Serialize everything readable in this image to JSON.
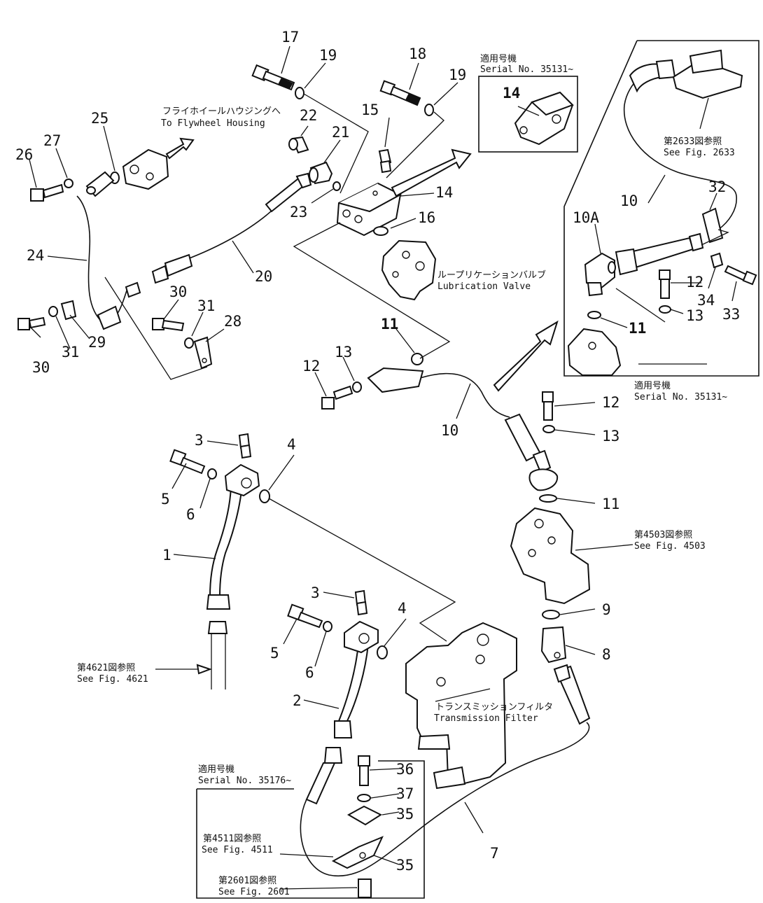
{
  "labels": {
    "n1": "1",
    "n2": "2",
    "n3a": "3",
    "n3b": "3",
    "n4a": "4",
    "n4b": "4",
    "n5a": "5",
    "n5b": "5",
    "n6a": "6",
    "n6b": "6",
    "n7": "7",
    "n8": "8",
    "n9": "9",
    "n10a": "10",
    "n10b": "10",
    "n10A": "10A",
    "n11a": "11",
    "n11b": "11",
    "n11c": "11",
    "n12a": "12",
    "n12b": "12",
    "n12c": "12",
    "n13a": "13",
    "n13b": "13",
    "n13c": "13",
    "n14a": "14",
    "n14b": "14",
    "n15": "15",
    "n16": "16",
    "n17": "17",
    "n18": "18",
    "n19a": "19",
    "n19b": "19",
    "n20": "20",
    "n21": "21",
    "n22": "22",
    "n23": "23",
    "n24": "24",
    "n25": "25",
    "n26": "26",
    "n27": "27",
    "n28": "28",
    "n29": "29",
    "n30a": "30",
    "n30b": "30",
    "n31a": "31",
    "n31b": "31",
    "n32": "32",
    "n33": "33",
    "n34": "34",
    "n35a": "35",
    "n35b": "35",
    "n36": "36",
    "n37": "37"
  },
  "notes": {
    "flywheel_jp": "フライホイールハウジングへ",
    "flywheel_en": "To Flywheel Housing",
    "serial_top_jp": "適用号機",
    "serial_top_en": "Serial No. 35131~",
    "lub_jp": "ループリケーションバルブ",
    "lub_en": "Lubrication Valve",
    "fig2633_jp": "第2633図参照",
    "fig2633_en": "See Fig. 2633",
    "serial_right_jp": "適用号機",
    "serial_right_en": "Serial No. 35131~",
    "fig4503_jp": "第4503図参照",
    "fig4503_en": "See Fig. 4503",
    "fig4621_jp": "第4621図参照",
    "fig4621_en": "See Fig. 4621",
    "filter_jp": "トランスミッションフィルタ",
    "filter_en": "Transmission Filter",
    "serial_bottom_jp": "適用号機",
    "serial_bottom_en": "Serial No. 35176~",
    "fig4511_jp": "第4511図参照",
    "fig4511_en": "See Fig. 4511",
    "fig2601_jp": "第2601図参照",
    "fig2601_en": "See Fig. 2601"
  }
}
